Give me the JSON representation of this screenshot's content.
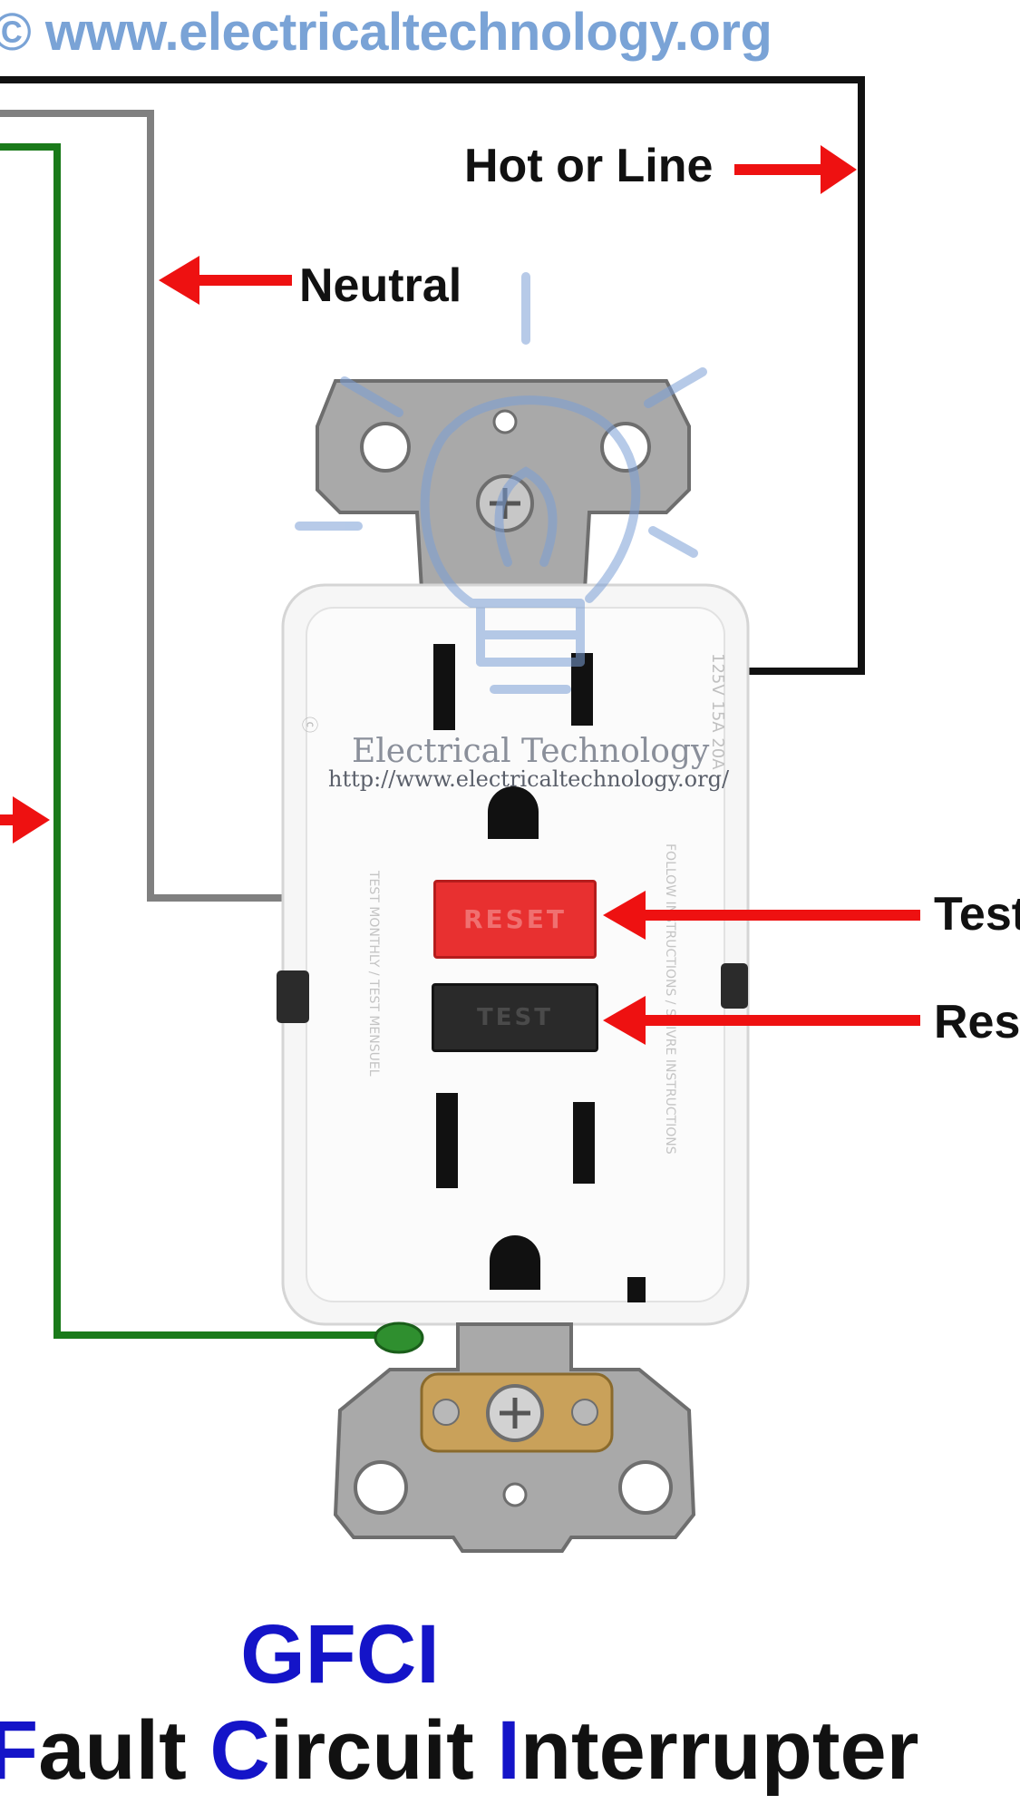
{
  "watermark": {
    "url": "© www.electricaltechnology.org",
    "brand": "Electrical Technology",
    "link": "http://www.electricaltechnology.org/"
  },
  "labels": {
    "hot": "Hot or Line",
    "neutral": "Neutral",
    "test": "Test",
    "reset": "Reset"
  },
  "buttons": {
    "reset_text": "RESET",
    "test_text": "TEST"
  },
  "title": "GFCI",
  "subtitle": {
    "parts": [
      "F",
      "ault ",
      "C",
      "ircuit ",
      "I",
      "nterrupter"
    ]
  },
  "colors": {
    "hot_wire": "#111111",
    "neutral_wire": "#808080",
    "ground_wire": "#1a7a1a",
    "arrow": "#ee1111",
    "title_blue": "#1414c8",
    "reset_button": "#e83030",
    "test_button": "#2a2a2a"
  }
}
